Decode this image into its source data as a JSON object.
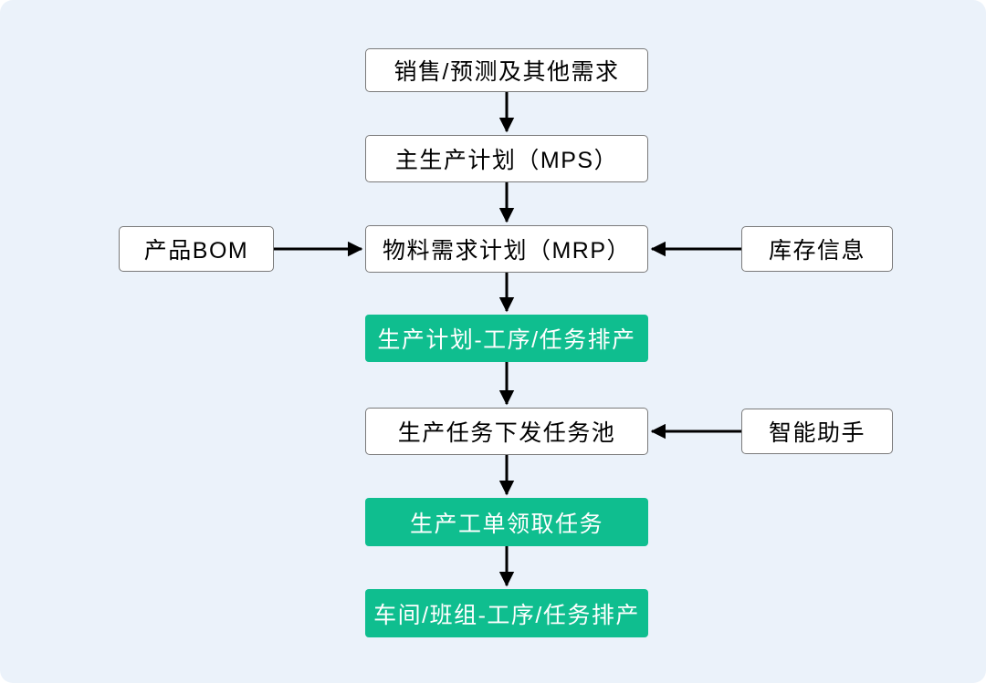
{
  "diagram": {
    "nodes": {
      "sales_forecast": {
        "label": "销售/预测及其他需求",
        "style": "white"
      },
      "mps": {
        "label": "主生产计划（MPS）",
        "style": "white"
      },
      "product_bom": {
        "label": "产品BOM",
        "style": "white"
      },
      "mrp": {
        "label": "物料需求计划（MRP）",
        "style": "white"
      },
      "inventory_info": {
        "label": "库存信息",
        "style": "white"
      },
      "plan_scheduling": {
        "label": "生产计划-工序/任务排产",
        "style": "green"
      },
      "task_pool": {
        "label": "生产任务下发任务池",
        "style": "white"
      },
      "smart_assistant": {
        "label": "智能助手",
        "style": "white"
      },
      "work_order_claim": {
        "label": "生产工单领取任务",
        "style": "green"
      },
      "workshop_scheduling": {
        "label": "车间/班组-工序/任务排产",
        "style": "green"
      }
    },
    "edges": [
      {
        "from": "sales_forecast",
        "to": "mps"
      },
      {
        "from": "mps",
        "to": "mrp"
      },
      {
        "from": "product_bom",
        "to": "mrp"
      },
      {
        "from": "inventory_info",
        "to": "mrp"
      },
      {
        "from": "mrp",
        "to": "plan_scheduling"
      },
      {
        "from": "plan_scheduling",
        "to": "task_pool"
      },
      {
        "from": "smart_assistant",
        "to": "task_pool"
      },
      {
        "from": "task_pool",
        "to": "work_order_claim"
      },
      {
        "from": "work_order_claim",
        "to": "workshop_scheduling"
      }
    ],
    "colors": {
      "background": "#EBF2FA",
      "node_fill": "#FFFFFF",
      "node_border": "#7A7A7A",
      "accent_green": "#0FBE8F",
      "arrow": "#000000",
      "text_dark": "#000000",
      "text_light": "#FFFFFF"
    }
  }
}
